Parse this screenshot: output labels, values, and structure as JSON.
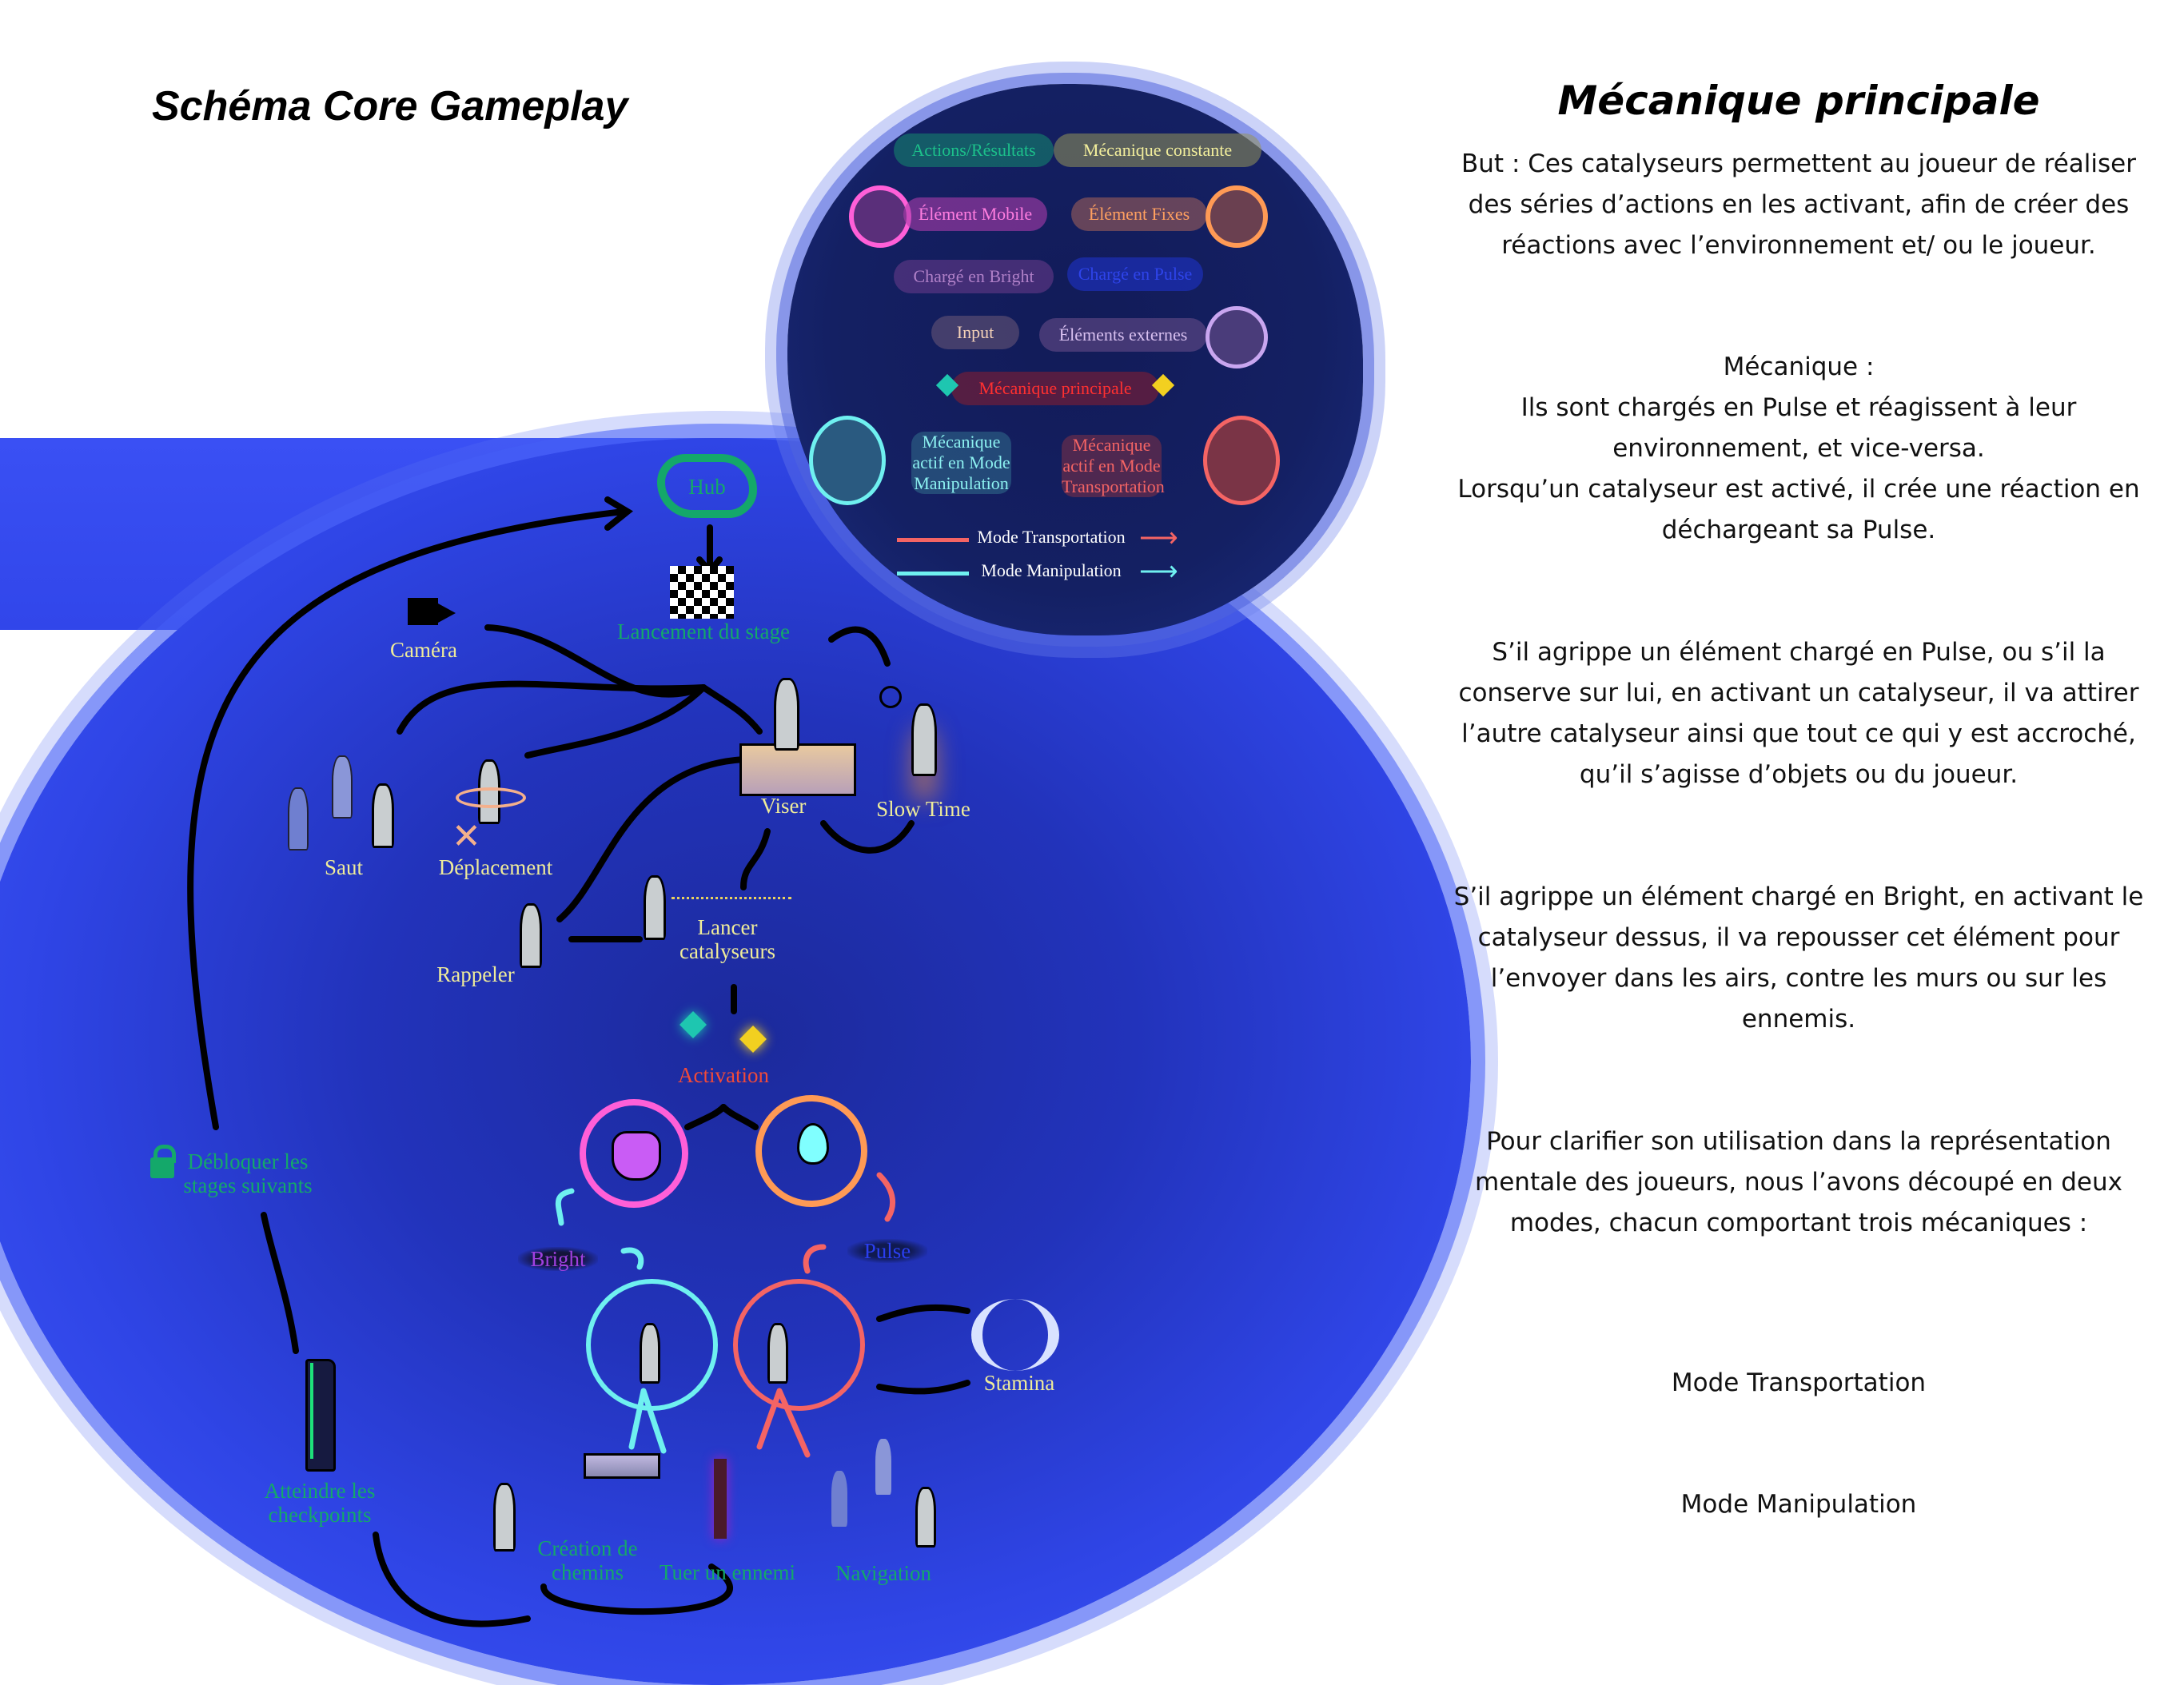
{
  "left_title": "Schéma Core Gameplay",
  "right_panel": {
    "title": "Mécanique principale",
    "paragraphs": [
      "But : Ces catalyseurs permettent au joueur de réaliser des séries d’actions en les activant, afin de créer des réactions avec l’environnement et/ ou le joueur.",
      "Mécanique :",
      "Ils sont chargés en Pulse et réagissent à leur environnement, et vice-versa.",
      "Lorsqu’un catalyseur est activé, il crée une réaction en déchargeant sa Pulse.",
      "S’il agrippe un élément chargé en Pulse, ou s’il la conserve sur lui, en activant un catalyseur, il va attirer l’autre catalyseur ainsi que tout ce qui y est accroché, qu’il s’agisse d’objets ou du joueur.",
      "S’il agrippe un élément chargé en Bright, en activant le catalyseur dessus, il va repousser cet élément pour l’envoyer dans les airs, contre les murs ou sur les ennemis.",
      "Pour clarifier son utilisation dans la représentation mentale des joueurs, nous l’avons découpé en deux modes, chacun comportant trois mécaniques :",
      "Mode Transportation",
      "Mode Manipulation"
    ]
  },
  "legend": {
    "actions_resultats": "Actions/Résultats",
    "mecanique_constante": "Mécanique constante",
    "element_mobile": "Élément Mobile",
    "element_fixes": "Élément Fixes",
    "charge_bright": "Chargé en Bright",
    "charge_pulse": "Chargé en Pulse",
    "input": "Input",
    "elements_externes": "Éléments externes",
    "mecanique_principale": "Mécanique principale",
    "actif_manipulation": "Mécanique actif en Mode Manipulation",
    "actif_transportation": "Mécanique actif en Mode Transportation",
    "arrow_transportation": "Mode Transportation",
    "arrow_manipulation": "Mode Manipulation"
  },
  "colors": {
    "actions": "#14a86a",
    "constante": "#eeeb9a",
    "mobile": "#ff5fd8",
    "fixes": "#ff9a55",
    "bright": "#a040e0",
    "pulse": "#2a3ef0",
    "principale": "#e63a3a",
    "transportation": "#f46464",
    "manipulation": "#6ff0f0",
    "externes": "#c9a6f0"
  },
  "diagram": {
    "hub": "Hub",
    "lancement": "Lancement du stage",
    "camera": "Caméra",
    "viser": "Viser",
    "slow_time": "Slow Time",
    "saut": "Saut",
    "deplacement": "Déplacement",
    "lancer": "Lancer catalyseurs",
    "rappeler": "Rappeler",
    "activation": "Activation",
    "bright": "Bright",
    "pulse": "Pulse",
    "stamina": "Stamina",
    "creation": "Création de chemins",
    "tuer": "Tuer un ennemi",
    "navigation": "Navigation",
    "checkpoints": "Atteindre les checkpoints",
    "debloquer": "Débloquer les stages suivants"
  }
}
